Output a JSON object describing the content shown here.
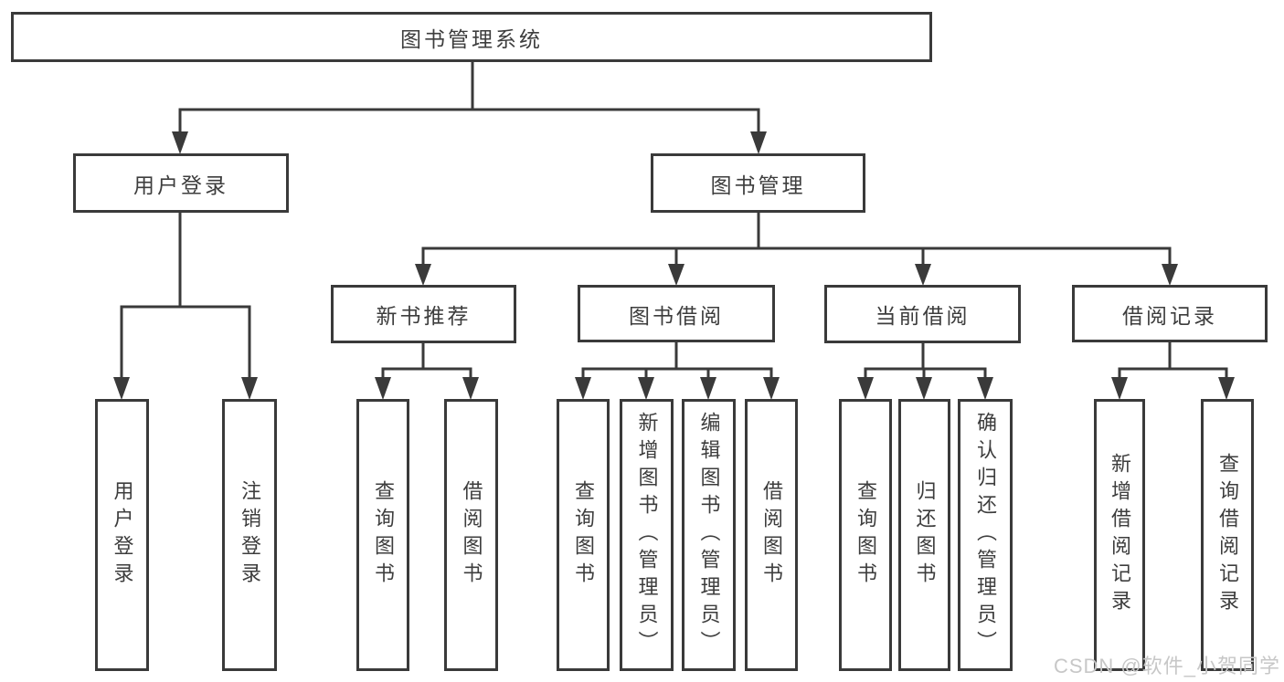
{
  "diagram": {
    "root": {
      "label": "图书管理系统",
      "children": [
        {
          "label": "用户登录",
          "children": [
            {
              "label": "用户登录"
            },
            {
              "label": "注销登录"
            }
          ]
        },
        {
          "label": "图书管理",
          "children": [
            {
              "label": "新书推荐",
              "children": [
                {
                  "label": "查询图书"
                },
                {
                  "label": "借阅图书"
                }
              ]
            },
            {
              "label": "图书借阅",
              "children": [
                {
                  "label": "查询图书"
                },
                {
                  "label": "新增图书（管理员）"
                },
                {
                  "label": "编辑图书（管理员）"
                },
                {
                  "label": "借阅图书"
                }
              ]
            },
            {
              "label": "当前借阅",
              "children": [
                {
                  "label": "查询图书"
                },
                {
                  "label": "归还图书"
                },
                {
                  "label": "确认归还（管理员）"
                }
              ]
            },
            {
              "label": "借阅记录",
              "children": [
                {
                  "label": "新增借阅记录"
                },
                {
                  "label": "查询借阅记录"
                }
              ]
            }
          ]
        }
      ]
    }
  },
  "watermark": {
    "label": "CSDN @软件_小贺同学"
  },
  "colors": {
    "line": "#3a3a3a",
    "text": "#3d3d3d",
    "background": "#ffffff",
    "watermark": "#c7c7c7"
  }
}
